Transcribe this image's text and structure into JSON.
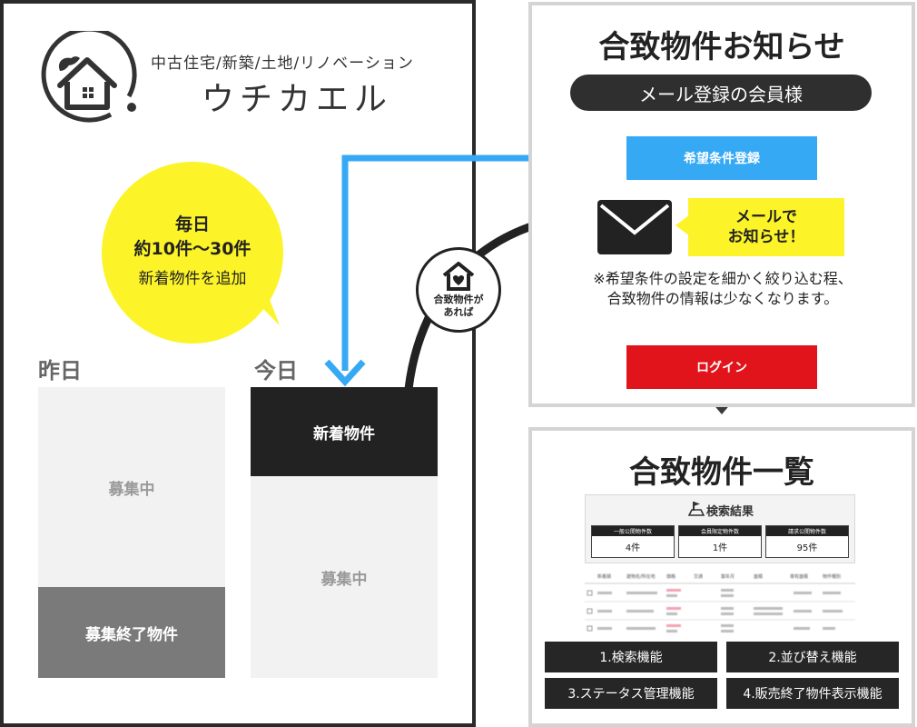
{
  "brand": {
    "tagline": "中古住宅/新築/土地/リノベーション",
    "name": "ウチカエル"
  },
  "bubble": {
    "line1": "毎日",
    "line2": "約10件～30件",
    "line3": "新着物件を追加"
  },
  "timeline": {
    "yesterday_label": "昨日",
    "today_label": "今日",
    "yesterday_recruiting": "募集中",
    "yesterday_ended": "募集終了物件",
    "today_new": "新着物件",
    "today_recruiting": "募集中"
  },
  "match_badge": {
    "line1": "合致物件が",
    "line2": "あれば"
  },
  "notice": {
    "title": "合致物件お知らせ",
    "member_label": "メール登録の会員様",
    "register_button": "希望条件登録",
    "mail_callout_line1": "メールで",
    "mail_callout_line2": "お知らせ！",
    "note_line1": "※希望条件の設定を細かく絞り込む程、",
    "note_line2": "合致物件の情報は少なくなります。",
    "login_button": "ログイン"
  },
  "list": {
    "title": "合致物件一覧",
    "result_label": "検索結果",
    "results": [
      {
        "header": "一般公開物件数",
        "value": "4件"
      },
      {
        "header": "会員限定物件数",
        "value": "1件"
      },
      {
        "header": "請求公開物件数",
        "value": "95件"
      }
    ],
    "table_headers": [
      "新着順",
      "建物名/所在地",
      "価格",
      "交通",
      "築年月",
      "面積",
      "専有面積",
      "物件種別"
    ],
    "features": [
      "1.検索機能",
      "2.並び替え機能",
      "3.ステータス管理機能",
      "4.販売終了物件表示機能"
    ]
  },
  "colors": {
    "dark": "#222222",
    "blue": "#36a9f5",
    "red": "#e0141a",
    "yellow": "#fcf429",
    "grey": "#7a7a7a"
  }
}
